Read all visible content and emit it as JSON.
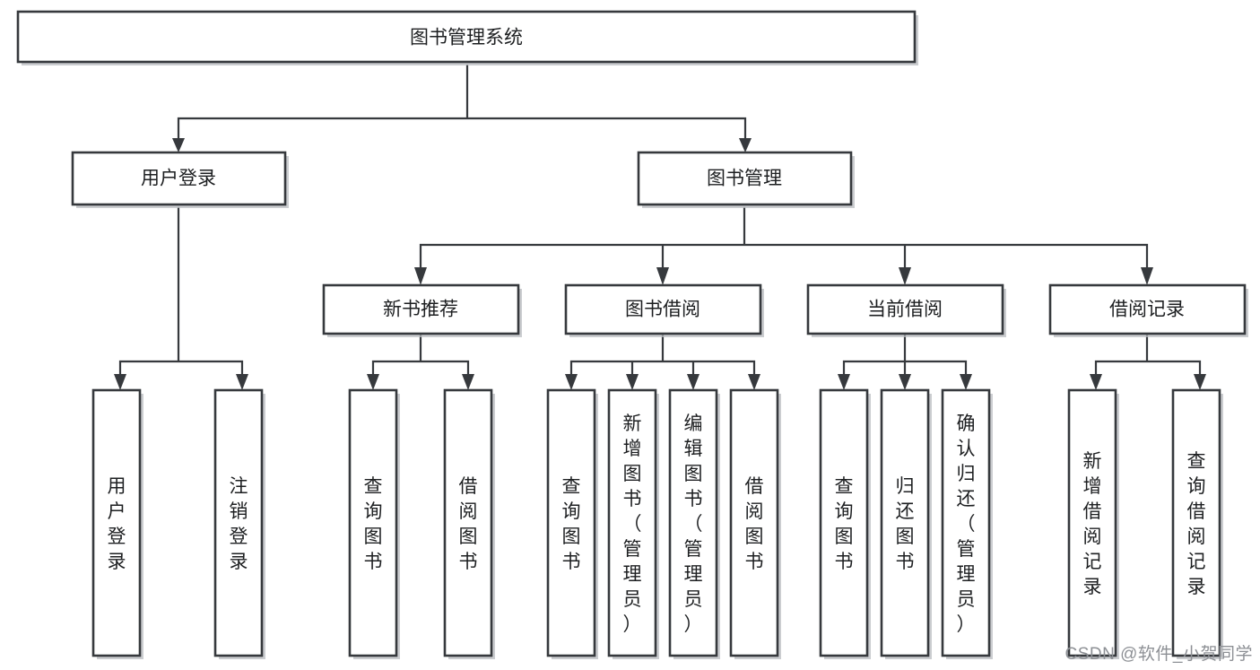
{
  "diagram": {
    "type": "tree",
    "title": "图书管理系统",
    "watermark": "CSDN @软件_小贺同学",
    "colors": {
      "stroke": "#36393d",
      "fill": "#ffffff",
      "text": "#1d1f21",
      "shadow": "#b9bcc0",
      "watermark": "#8d9095"
    },
    "levels": [
      {
        "level": 1,
        "nodes": [
          {
            "id": "root",
            "label": "图书管理系统",
            "orientation": "horizontal"
          }
        ]
      },
      {
        "level": 2,
        "nodes": [
          {
            "id": "login",
            "label": "用户登录",
            "orientation": "horizontal",
            "parent": "root"
          },
          {
            "id": "bookmgmt",
            "label": "图书管理",
            "orientation": "horizontal",
            "parent": "root"
          }
        ]
      },
      {
        "level": 3,
        "nodes": [
          {
            "id": "newbook",
            "label": "新书推荐",
            "orientation": "horizontal",
            "parent": "bookmgmt"
          },
          {
            "id": "borrow",
            "label": "图书借阅",
            "orientation": "horizontal",
            "parent": "bookmgmt"
          },
          {
            "id": "current",
            "label": "当前借阅",
            "orientation": "horizontal",
            "parent": "bookmgmt"
          },
          {
            "id": "records",
            "label": "借阅记录",
            "orientation": "horizontal",
            "parent": "bookmgmt"
          }
        ]
      },
      {
        "level": 4,
        "nodes": [
          {
            "id": "leaf-1",
            "label": "用户登录",
            "orientation": "vertical",
            "parent": "login"
          },
          {
            "id": "leaf-2",
            "label": "注销登录",
            "orientation": "vertical",
            "parent": "login"
          },
          {
            "id": "leaf-3",
            "label": "查询图书",
            "orientation": "vertical",
            "parent": "newbook"
          },
          {
            "id": "leaf-4",
            "label": "借阅图书",
            "orientation": "vertical",
            "parent": "newbook"
          },
          {
            "id": "leaf-5",
            "label": "查询图书",
            "orientation": "vertical",
            "parent": "borrow"
          },
          {
            "id": "leaf-6",
            "label": "新增图书（管理员）",
            "orientation": "vertical",
            "parent": "borrow"
          },
          {
            "id": "leaf-7",
            "label": "编辑图书（管理员）",
            "orientation": "vertical",
            "parent": "borrow"
          },
          {
            "id": "leaf-8",
            "label": "借阅图书",
            "orientation": "vertical",
            "parent": "borrow"
          },
          {
            "id": "leaf-9",
            "label": "查询图书",
            "orientation": "vertical",
            "parent": "current"
          },
          {
            "id": "leaf-10",
            "label": "归还图书",
            "orientation": "vertical",
            "parent": "current"
          },
          {
            "id": "leaf-11",
            "label": "确认归还（管理员）",
            "orientation": "vertical",
            "parent": "current"
          },
          {
            "id": "leaf-12",
            "label": "新增借阅记录",
            "orientation": "vertical",
            "parent": "records"
          },
          {
            "id": "leaf-13",
            "label": "查询借阅记录",
            "orientation": "vertical",
            "parent": "records"
          }
        ]
      }
    ]
  }
}
